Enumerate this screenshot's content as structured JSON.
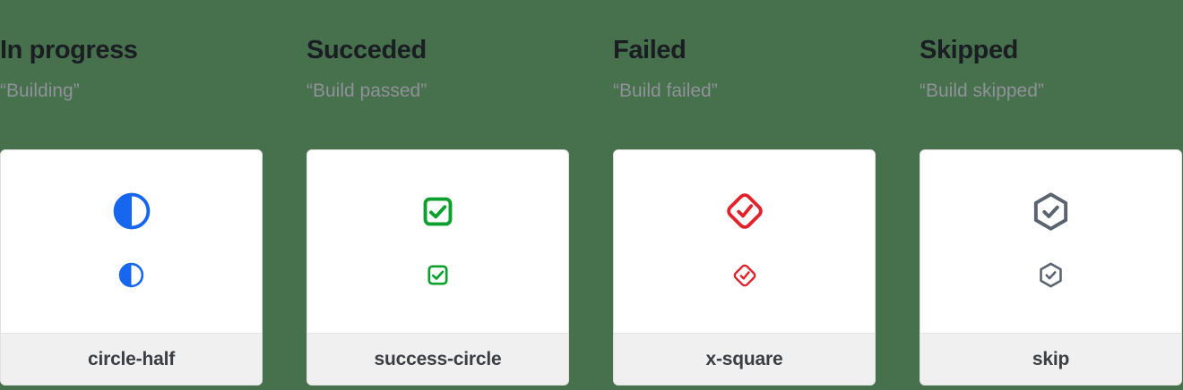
{
  "page": {
    "background_color": "#47704d",
    "card_background": "#ffffff",
    "card_footer_background": "#f0f0f0"
  },
  "columns": [
    {
      "heading": "In progress",
      "subtitle": "“Building”",
      "icon": "circle-half-icon",
      "color": "#1666f0",
      "label": "circle-half"
    },
    {
      "heading": "Succeded",
      "subtitle": "“Build passed”",
      "icon": "check-square-icon",
      "color": "#0da02e",
      "label": "success-circle"
    },
    {
      "heading": "Failed",
      "subtitle": "“Build failed”",
      "icon": "check-diamond-icon",
      "color": "#e3212b",
      "label": "x-square"
    },
    {
      "heading": "Skipped",
      "subtitle": "“Build skipped”",
      "icon": "check-hexagon-icon",
      "color": "#5b6370",
      "label": "skip"
    }
  ]
}
